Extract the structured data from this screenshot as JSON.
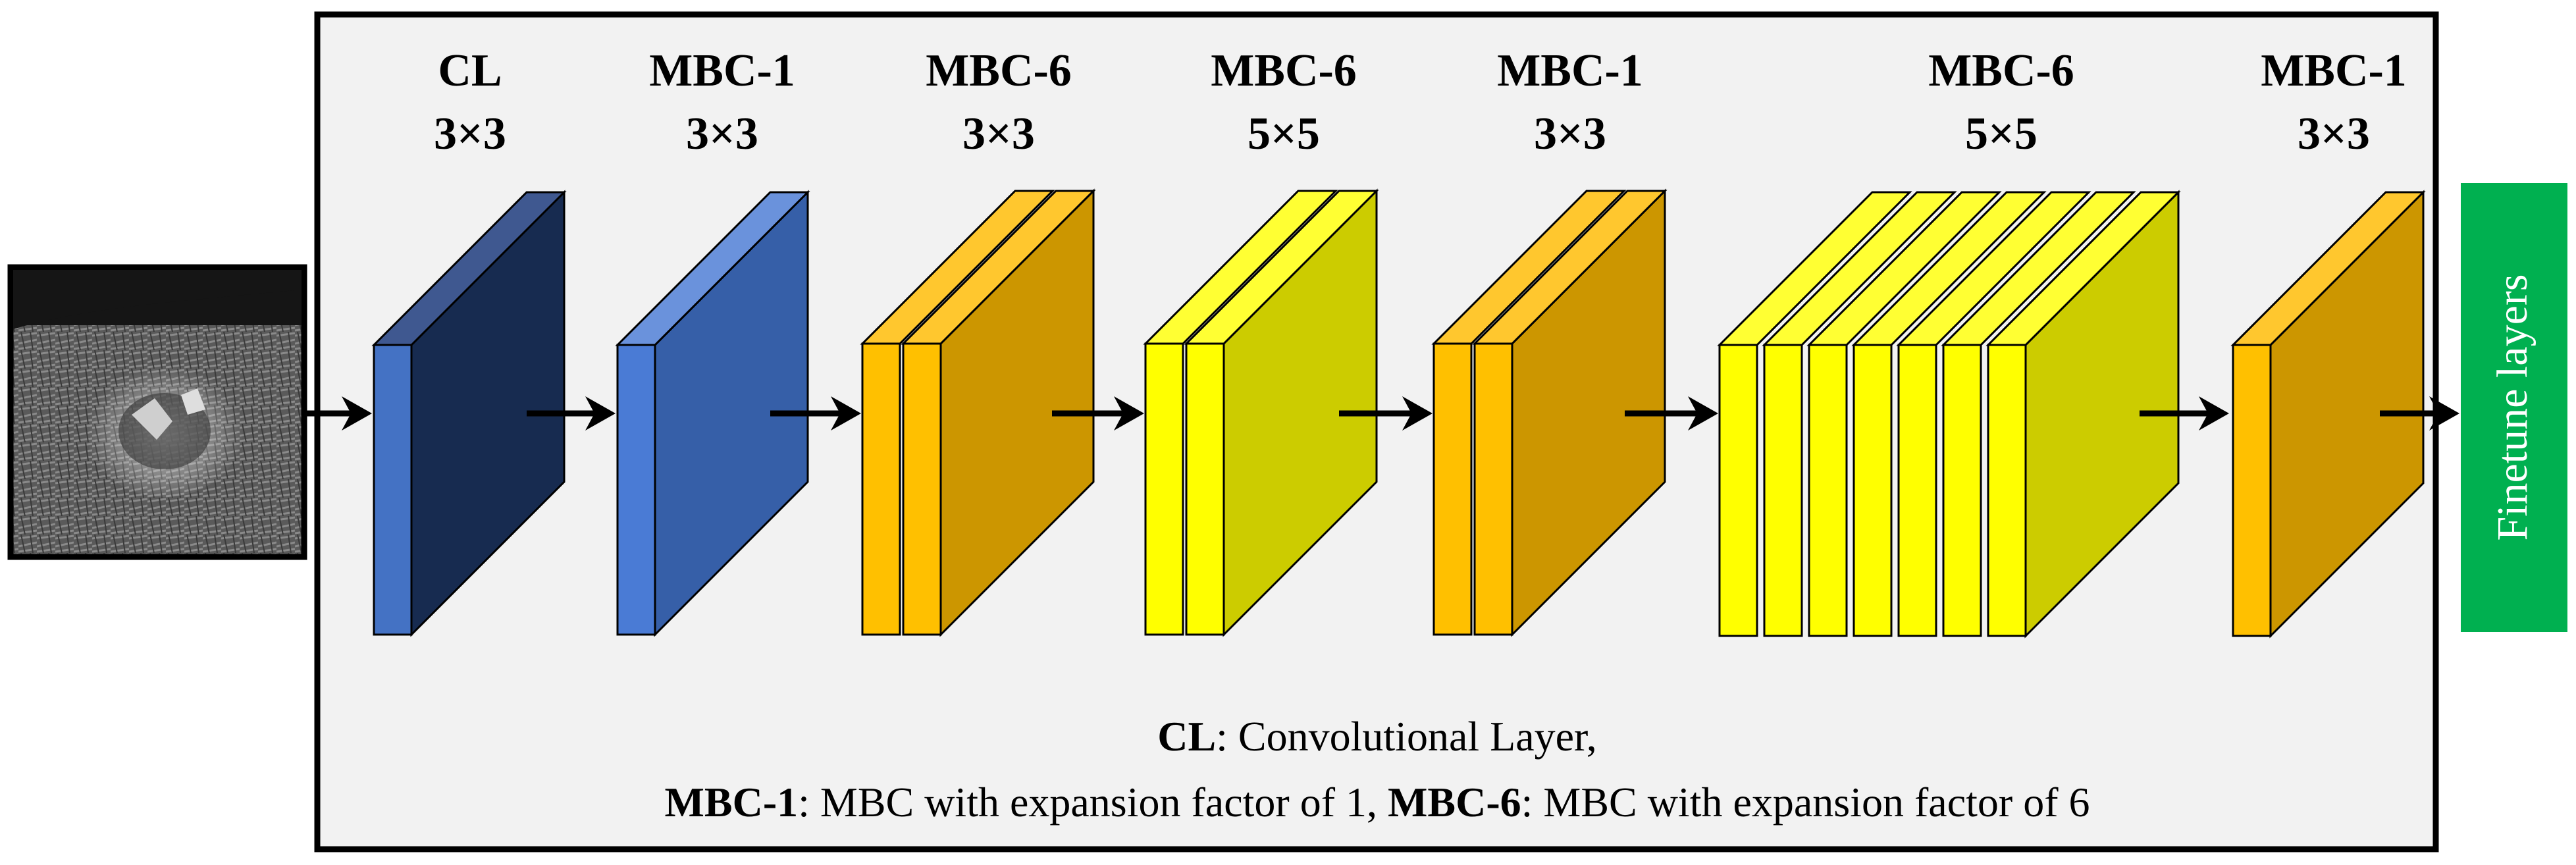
{
  "diagram": {
    "blocks": [
      {
        "title": "CL",
        "kernel": "3×3",
        "colors": {
          "front": "#4472C4",
          "side": "#172B50",
          "top": "#3F5890"
        }
      },
      {
        "title": "MBC-1",
        "kernel": "3×3",
        "colors": {
          "front": "#4A7BD5",
          "side": "#365FA8",
          "top": "#6A92DC"
        }
      },
      {
        "title": "MBC-6",
        "kernel": "3×3",
        "colors": {
          "front": "#FFC000",
          "side": "#CC9600",
          "top": "#FFC72E"
        }
      },
      {
        "title": "MBC-6",
        "kernel": "5×5",
        "colors": {
          "front": "#FFFF00",
          "side": "#CCCC00",
          "top": "#FFFF33"
        }
      },
      {
        "title": "MBC-1",
        "kernel": "3×3",
        "colors": {
          "front": "#FFC000",
          "side": "#CC9600",
          "top": "#FFC72E"
        }
      },
      {
        "title": "MBC-6",
        "kernel": "5×5",
        "colors": {
          "front": "#FFFF00",
          "side": "#CCCC00",
          "top": "#FFFF33"
        }
      },
      {
        "title": "MBC-1",
        "kernel": "3×3",
        "colors": {
          "front": "#FFC000",
          "side": "#CC9600",
          "top": "#FFC72E"
        }
      }
    ],
    "finetune": {
      "label": "Finetune layers",
      "color": "#00B050"
    },
    "legend": {
      "line1": {
        "abbr": "CL",
        "text": ": Convolutional Layer,"
      },
      "line2": {
        "abbr1": "MBC-1",
        "text1": ": MBC with expansion factor of 1, ",
        "abbr2": "MBC-6",
        "text2": ": MBC with expansion factor of 6"
      }
    },
    "colors": {
      "panel": "#F2F2F2",
      "border": "#000000",
      "arrow": "#000000"
    }
  }
}
